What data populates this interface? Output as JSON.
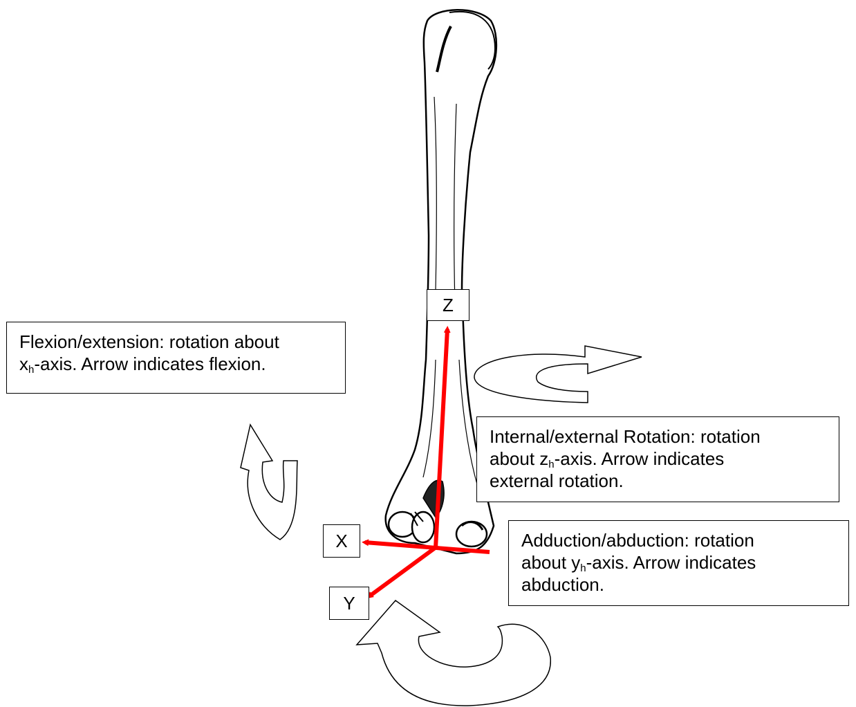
{
  "axis_labels": {
    "z": "Z",
    "x": "X",
    "y": "Y"
  },
  "notes": {
    "flexion": {
      "line1": "Flexion/extension: rotation about",
      "line2_var": "x",
      "line2_sub": "h",
      "line2_rest": "-axis. Arrow indicates flexion."
    },
    "rotation": {
      "line1": "Internal/external Rotation: rotation",
      "line2_pre": "about ",
      "line2_var": "z",
      "line2_sub": "h",
      "line2_rest": "-axis. Arrow indicates",
      "line3": "external rotation."
    },
    "abduction": {
      "line1": "Adduction/abduction: rotation",
      "line2_pre": "about ",
      "line2_var": "y",
      "line2_sub": "h",
      "line2_rest": "-axis. Arrow indicates",
      "line3": "abduction."
    }
  },
  "colors": {
    "axis_arrow": "#ff0000",
    "outline": "#000000"
  }
}
